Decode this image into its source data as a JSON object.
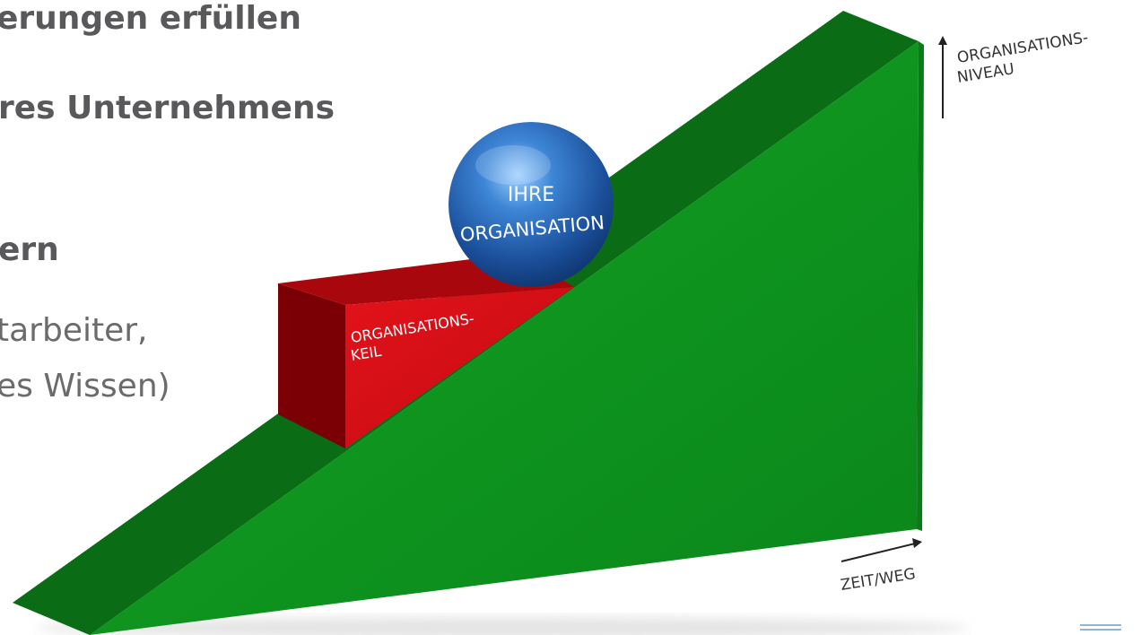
{
  "text": {
    "line1": "erungen erfüllen",
    "line2": "res Unternehmens",
    "line3": "ern",
    "line4": "tarbeiter,",
    "line5": "es Wissen)"
  },
  "diagram": {
    "ball_line1": "IHRE",
    "ball_line2": "ORGANISATION",
    "wedge_line1": "ORGANISATIONS-",
    "wedge_line2": "KEIL",
    "y_axis_line1": "ORGANISATIONS-",
    "y_axis_line2": "NIVEAU",
    "x_axis_label": "ZEIT/WEG"
  },
  "colors": {
    "ramp_front": "#0c8f1e",
    "ramp_top": "#0a6d15",
    "wedge_front": "#d20d14",
    "wedge_side": "#7a0006",
    "ball": "#1f5fae",
    "text": "#59595b"
  }
}
